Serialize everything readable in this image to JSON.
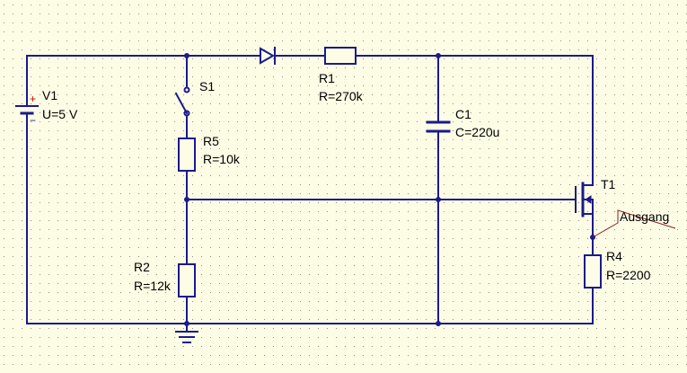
{
  "schematic": {
    "background_color": "#fdfde6",
    "grid_color": "#8c8c8c",
    "wire_color": "#1a1a8c",
    "components": {
      "v1": {
        "name": "V1",
        "value": "U=5 V",
        "plus": "+",
        "minus": "−"
      },
      "s1": {
        "name": "S1"
      },
      "r1": {
        "name": "R1",
        "value": "R=270k"
      },
      "r2": {
        "name": "R2",
        "value": "R=12k"
      },
      "r4": {
        "name": "R4",
        "value": "R=2200"
      },
      "r5": {
        "name": "R5",
        "value": "R=10k"
      },
      "c1": {
        "name": "C1",
        "value": "C=220u"
      },
      "t1": {
        "name": "T1"
      }
    },
    "wire_labels": {
      "output": "Ausgang"
    }
  }
}
